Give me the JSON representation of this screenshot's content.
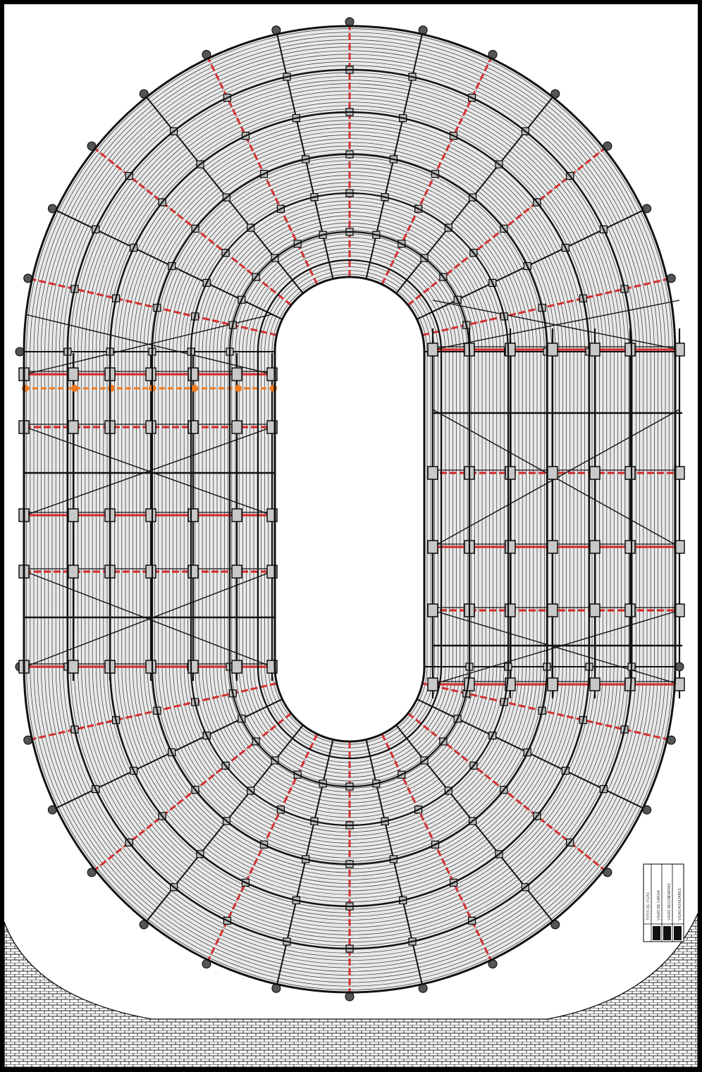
{
  "legend": {
    "title": "TIPOS DE VIGAS",
    "items": [
      {
        "label": "VIGAS DE CARGA",
        "color": "#111111"
      },
      {
        "label": "VIGAS SECUNDARIAS",
        "color": "#111111"
      },
      {
        "label": "VIGAS AUXILIARES",
        "color": "#111111"
      }
    ]
  },
  "colors": {
    "structure": "#111111",
    "load_beams": "#d32f2f",
    "highlight_row": "#f07a1e",
    "ground_hatch": "#222222",
    "background": "#ffffff"
  }
}
